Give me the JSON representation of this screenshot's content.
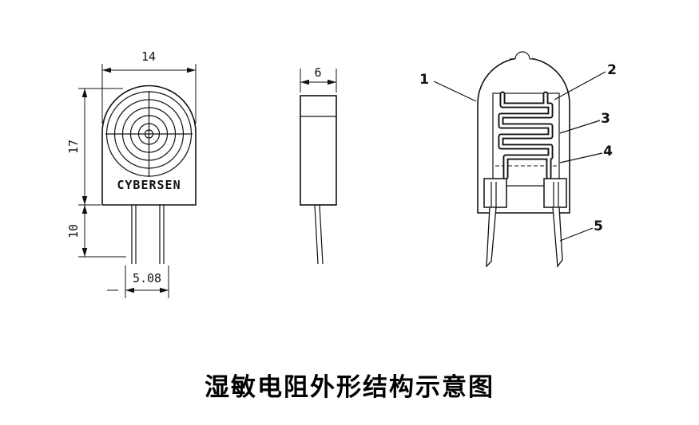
{
  "title": "湿敏电阻外形结构示意图",
  "front_view": {
    "brand": "CYBERSEN",
    "dim_width": "14",
    "dim_height": "17",
    "dim_lead_length": "10",
    "dim_lead_pitch": "5.08"
  },
  "side_view": {
    "dim_thickness": "6"
  },
  "structure_view": {
    "callouts": [
      {
        "label": "1"
      },
      {
        "label": "2"
      },
      {
        "label": "3"
      },
      {
        "label": "4"
      },
      {
        "label": "5"
      }
    ]
  }
}
